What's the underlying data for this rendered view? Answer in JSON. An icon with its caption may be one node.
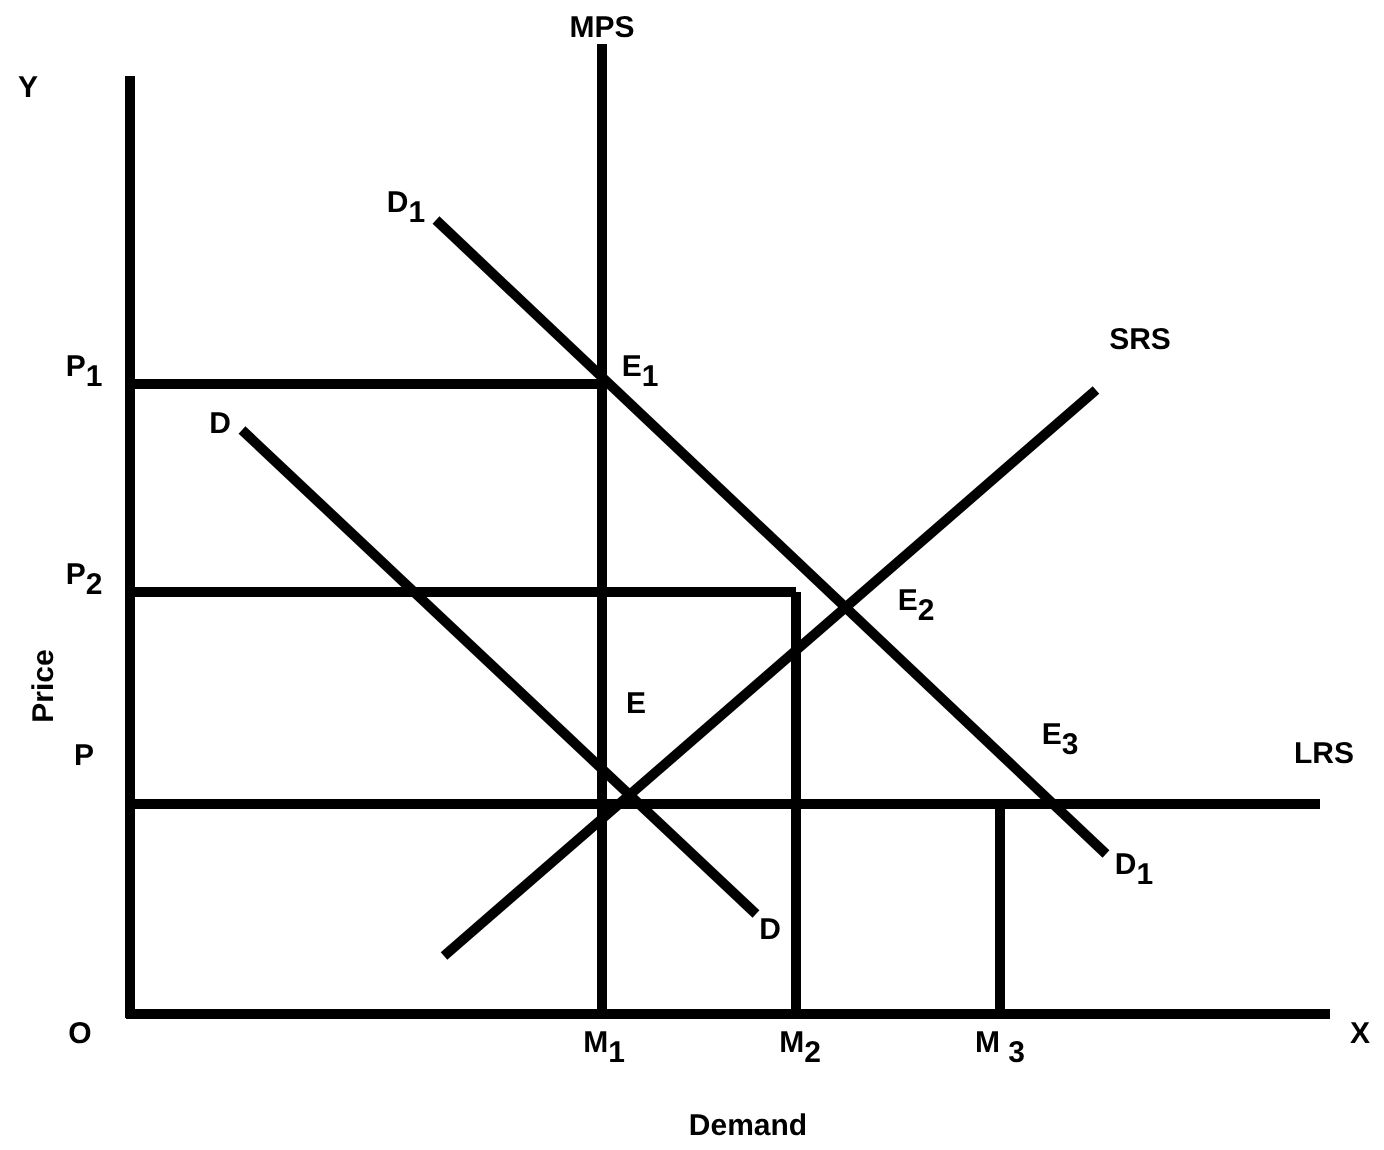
{
  "diagram": {
    "labels": [
      "Y",
      "MPS",
      "D$_{1}$",
      "P$_{1}$",
      "E$_{1}$",
      "SRS",
      "D",
      "P$_{2}$",
      "E$_{2}$",
      "E",
      "Price",
      "P",
      "E$_{3}$",
      "LRS",
      "D$_{1}$",
      "D",
      "O",
      "M$_{1}$",
      "M$_{2}$",
      "M $_{3}$",
      "X",
      "Demand"
    ]
  }
}
